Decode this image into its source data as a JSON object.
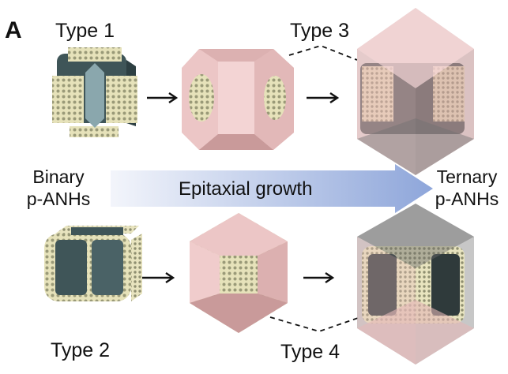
{
  "figure": {
    "panel_label": "A",
    "types": [
      "Type 1",
      "Type 2",
      "Type 3",
      "Type 4"
    ],
    "left_label": [
      "Binary",
      "p-ANHs"
    ],
    "right_label": [
      "Ternary",
      "p-ANHs"
    ],
    "arrow_label": "Epitaxial growth"
  },
  "colors": {
    "pink": "#ecc6c6",
    "pink_dark": "#c99a9a",
    "slate": "#3f5558",
    "slate_light": "#6f8a8e",
    "mesh": "#e6e2ba",
    "mesh_hole": "#9a9a78",
    "growth_arrow_start": "#f1f4fb",
    "growth_arrow_end": "#8ea6da"
  }
}
